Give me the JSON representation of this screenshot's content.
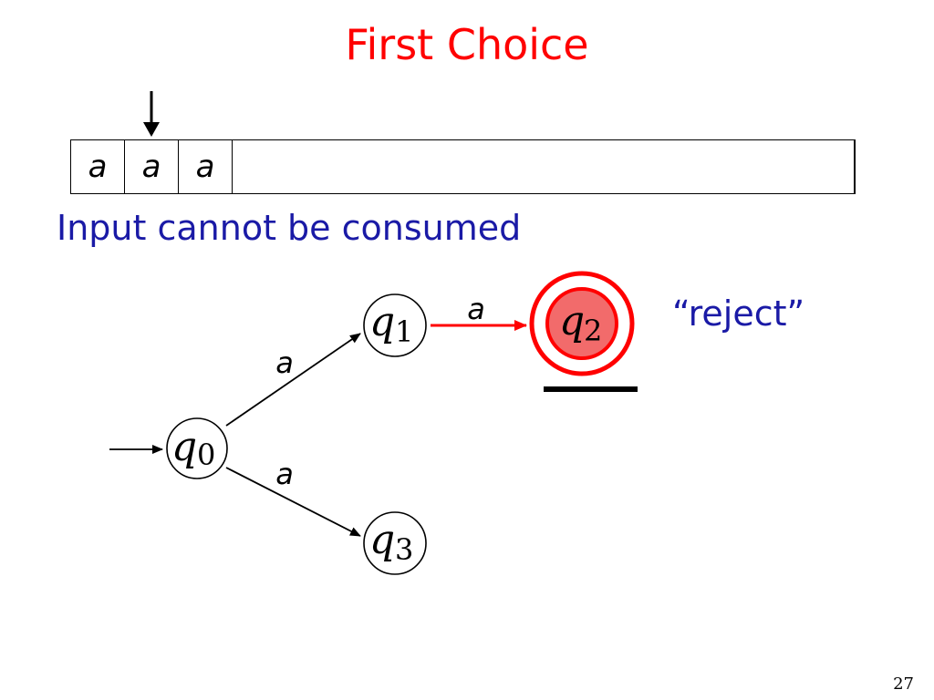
{
  "slide": {
    "title": "First Choice",
    "status_text": "Input cannot be consumed",
    "result_text": "“reject”",
    "page_number": "27"
  },
  "tape": {
    "cells": [
      "a",
      "a",
      "a"
    ],
    "head_position": 1
  },
  "automaton": {
    "states": [
      {
        "id": "q0",
        "symbol": "q",
        "subscript": "0",
        "start": true,
        "accepting": false,
        "current": false
      },
      {
        "id": "q1",
        "symbol": "q",
        "subscript": "1",
        "start": false,
        "accepting": false,
        "current": false
      },
      {
        "id": "q2",
        "symbol": "q",
        "subscript": "2",
        "start": false,
        "accepting": true,
        "current": true
      },
      {
        "id": "q3",
        "symbol": "q",
        "subscript": "3",
        "start": false,
        "accepting": false,
        "current": false
      }
    ],
    "transitions": [
      {
        "from": "q0",
        "to": "q1",
        "label": "a",
        "active": false
      },
      {
        "from": "q1",
        "to": "q2",
        "label": "a",
        "active": true
      },
      {
        "from": "q0",
        "to": "q3",
        "label": "a",
        "active": false
      }
    ],
    "colors": {
      "active": "#ff0000",
      "current_fill": "#f26b6b",
      "title": "#ff0000",
      "text_blue": "#1a1aa6"
    }
  }
}
